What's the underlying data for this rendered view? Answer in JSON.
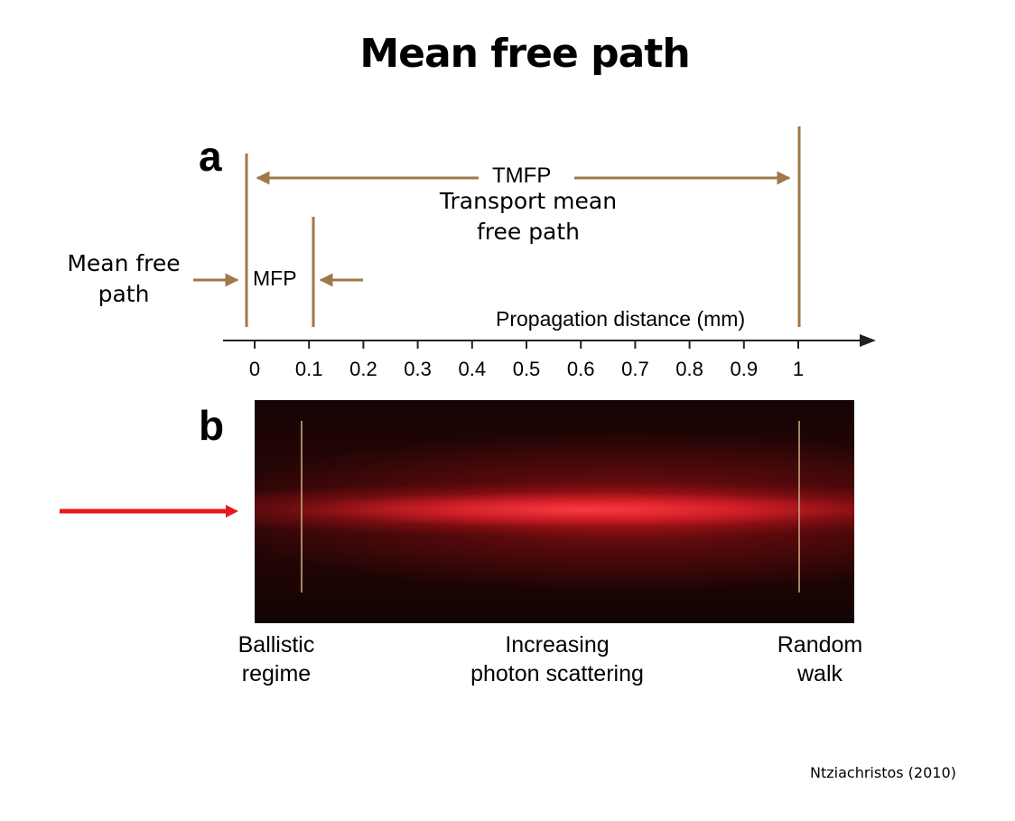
{
  "title": "Mean free path",
  "panel_a": {
    "letter": "a",
    "tmfp_label": "TMFP",
    "tmfp_note": [
      "Transport mean",
      "free path"
    ],
    "mfp_label": "MFP",
    "mfp_note": [
      "Mean free",
      "path"
    ],
    "axis_label": "Propagation distance (mm)",
    "ticks": [
      "0",
      "0.1",
      "0.2",
      "0.3",
      "0.4",
      "0.5",
      "0.6",
      "0.7",
      "0.8",
      "0.9",
      "1"
    ],
    "mfp_value_mm": 0.11,
    "tmfp_value_mm": 1.0
  },
  "panel_b": {
    "letter": "b",
    "labels": {
      "left": [
        "Ballistic",
        "regime"
      ],
      "middle": [
        "Increasing",
        "photon scattering"
      ],
      "right": [
        "Random",
        "walk"
      ]
    }
  },
  "credit": "Ntziachristos (2010)",
  "colors": {
    "bracket": "#a0784a",
    "incident_arrow": "#e8191c",
    "axis": "#222222"
  }
}
